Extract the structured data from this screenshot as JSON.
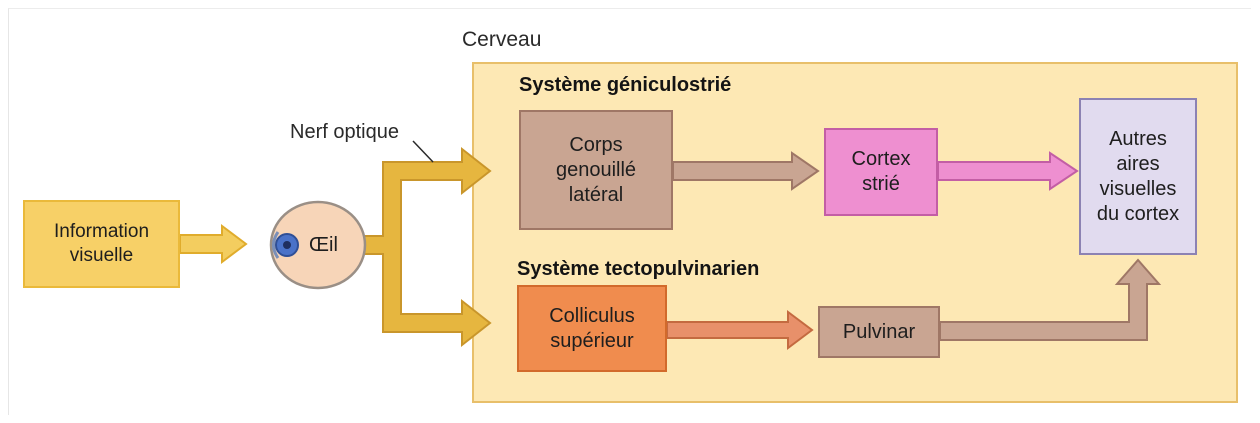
{
  "labels": {
    "brain": "Cerveau",
    "optic_nerve": "Nerf optique",
    "eye": "Œil",
    "system_geniculostriate": "Système géniculostrié",
    "system_tectopulvinar": "Système tectopulvinarien"
  },
  "boxes": {
    "visual_information": "Information\nvisuelle",
    "lateral_geniculate": "Corps\ngenouillé\nlatéral",
    "striate_cortex": "Cortex\nstrié",
    "other_visual_areas": "Autres\naires\nvisuelles\ndu cortex",
    "superior_colliculus": "Colliculus\nsupérieur",
    "pulvinar": "Pulvinar"
  },
  "colors": {
    "brain_fill": "#fde8b4",
    "input_fill": "#f7d067",
    "geniculate_fill": "#c9a592",
    "cortex_fill": "#ee8fd0",
    "other_areas_fill": "#e1dbef",
    "colliculus_fill": "#f08c4e",
    "nerve_arrow": "#e6b63f",
    "pathway_arrow": "#c9a592"
  }
}
